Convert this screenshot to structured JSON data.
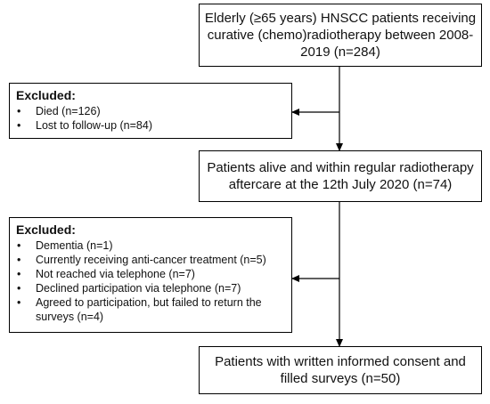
{
  "box1": {
    "text": "Elderly (≥65 years) HNSCC patients receiving curative (chemo)radiotherapy between 2008-2019 (n=284)"
  },
  "excluded1": {
    "title": "Excluded:",
    "items": [
      "Died (n=126)",
      "Lost to follow-up (n=84)"
    ]
  },
  "box2": {
    "text": "Patients alive and within regular radiotherapy aftercare at the 12th July 2020 (n=74)"
  },
  "excluded2": {
    "title": "Excluded:",
    "items": [
      "Dementia (n=1)",
      "Currently receiving anti-cancer treatment (n=5)",
      "Not reached via telephone (n=7)",
      "Declined participation via telephone (n=7)",
      "Agreed to participation, but failed to return the surveys (n=4)"
    ]
  },
  "box3": {
    "text": "Patients with written informed consent and filled surveys (n=50)"
  }
}
